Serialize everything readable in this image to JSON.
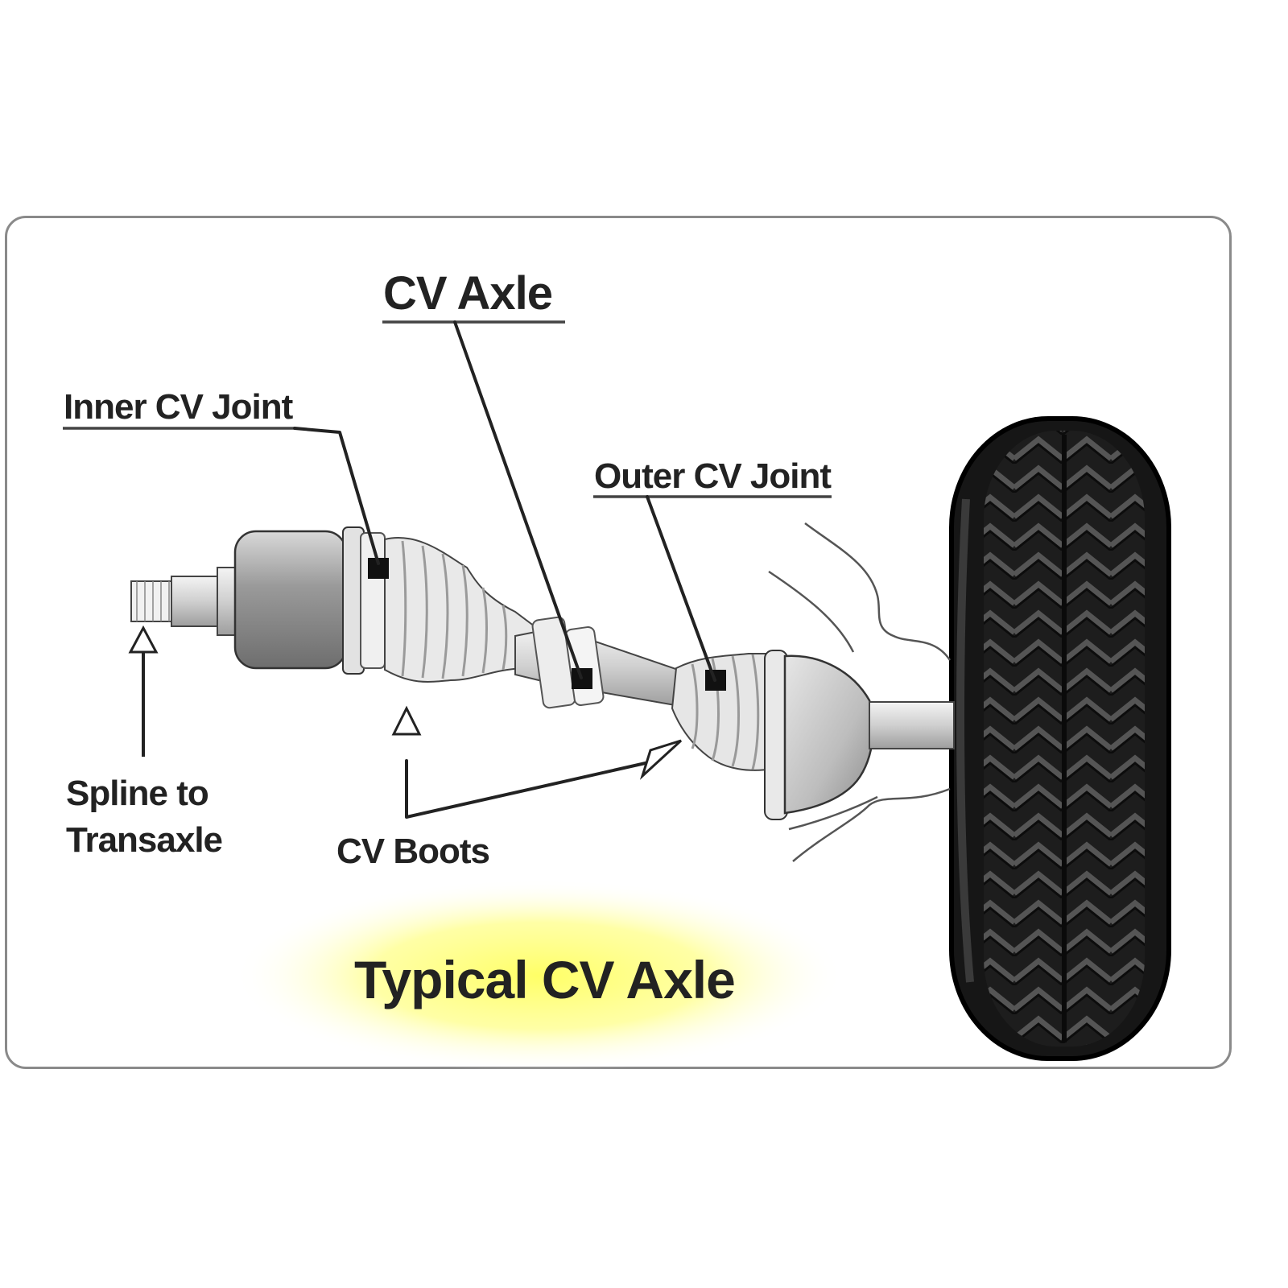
{
  "labels": {
    "cv_axle": "CV Axle",
    "inner_cv_joint": "Inner CV Joint",
    "outer_cv_joint": "Outer CV Joint",
    "spline_line1": "Spline to",
    "spline_line2": "Transaxle",
    "cv_boots": "CV Boots",
    "typical": "Typical CV Axle"
  },
  "colors": {
    "frame_border": "#8a8a8a",
    "highlight": "#ffff66",
    "text": "#222222",
    "tire": "#1b1b1b"
  }
}
